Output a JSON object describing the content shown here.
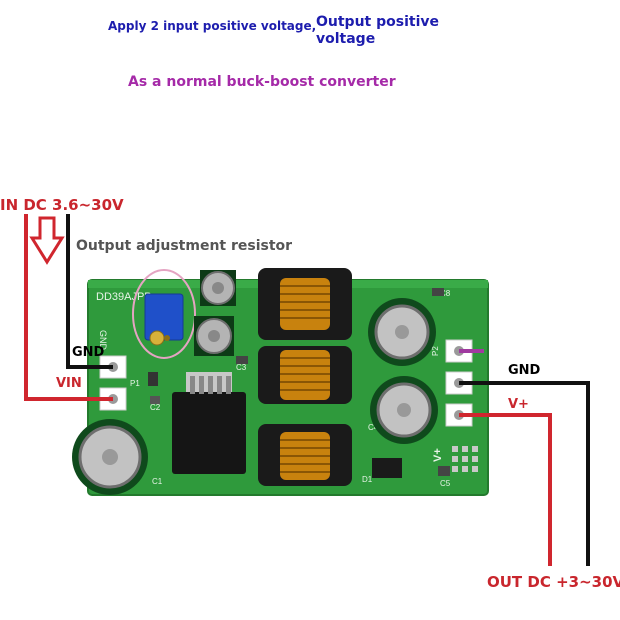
{
  "header": {
    "line1": "Apply 2 input positive voltage,",
    "line2": "Output positive voltage",
    "line3": "As a normal buck-boost converter"
  },
  "input": {
    "label": "IN DC 3.6~30V",
    "gnd": "GND",
    "vin": "VIN"
  },
  "adjust_label": "Output adjustment resistor",
  "output": {
    "gnd": "GND",
    "vplus": "V+",
    "label": "OUT DC +3~30V"
  },
  "board": {
    "model": "DD39AJPB",
    "pcb_gnd": "GND",
    "p1": "P1",
    "p2": "P2",
    "c1": "C1",
    "c2": "C2",
    "c3": "C3",
    "c4": "C4",
    "c5": "C5",
    "c8": "C8",
    "d1": "D1",
    "v_plus": "V+"
  },
  "colors": {
    "board": "#2f9a3c",
    "red_wire": "#d0262e",
    "black_wire": "#111111",
    "header_blue": "#1d1dae",
    "header_purple": "#a52aa8"
  }
}
